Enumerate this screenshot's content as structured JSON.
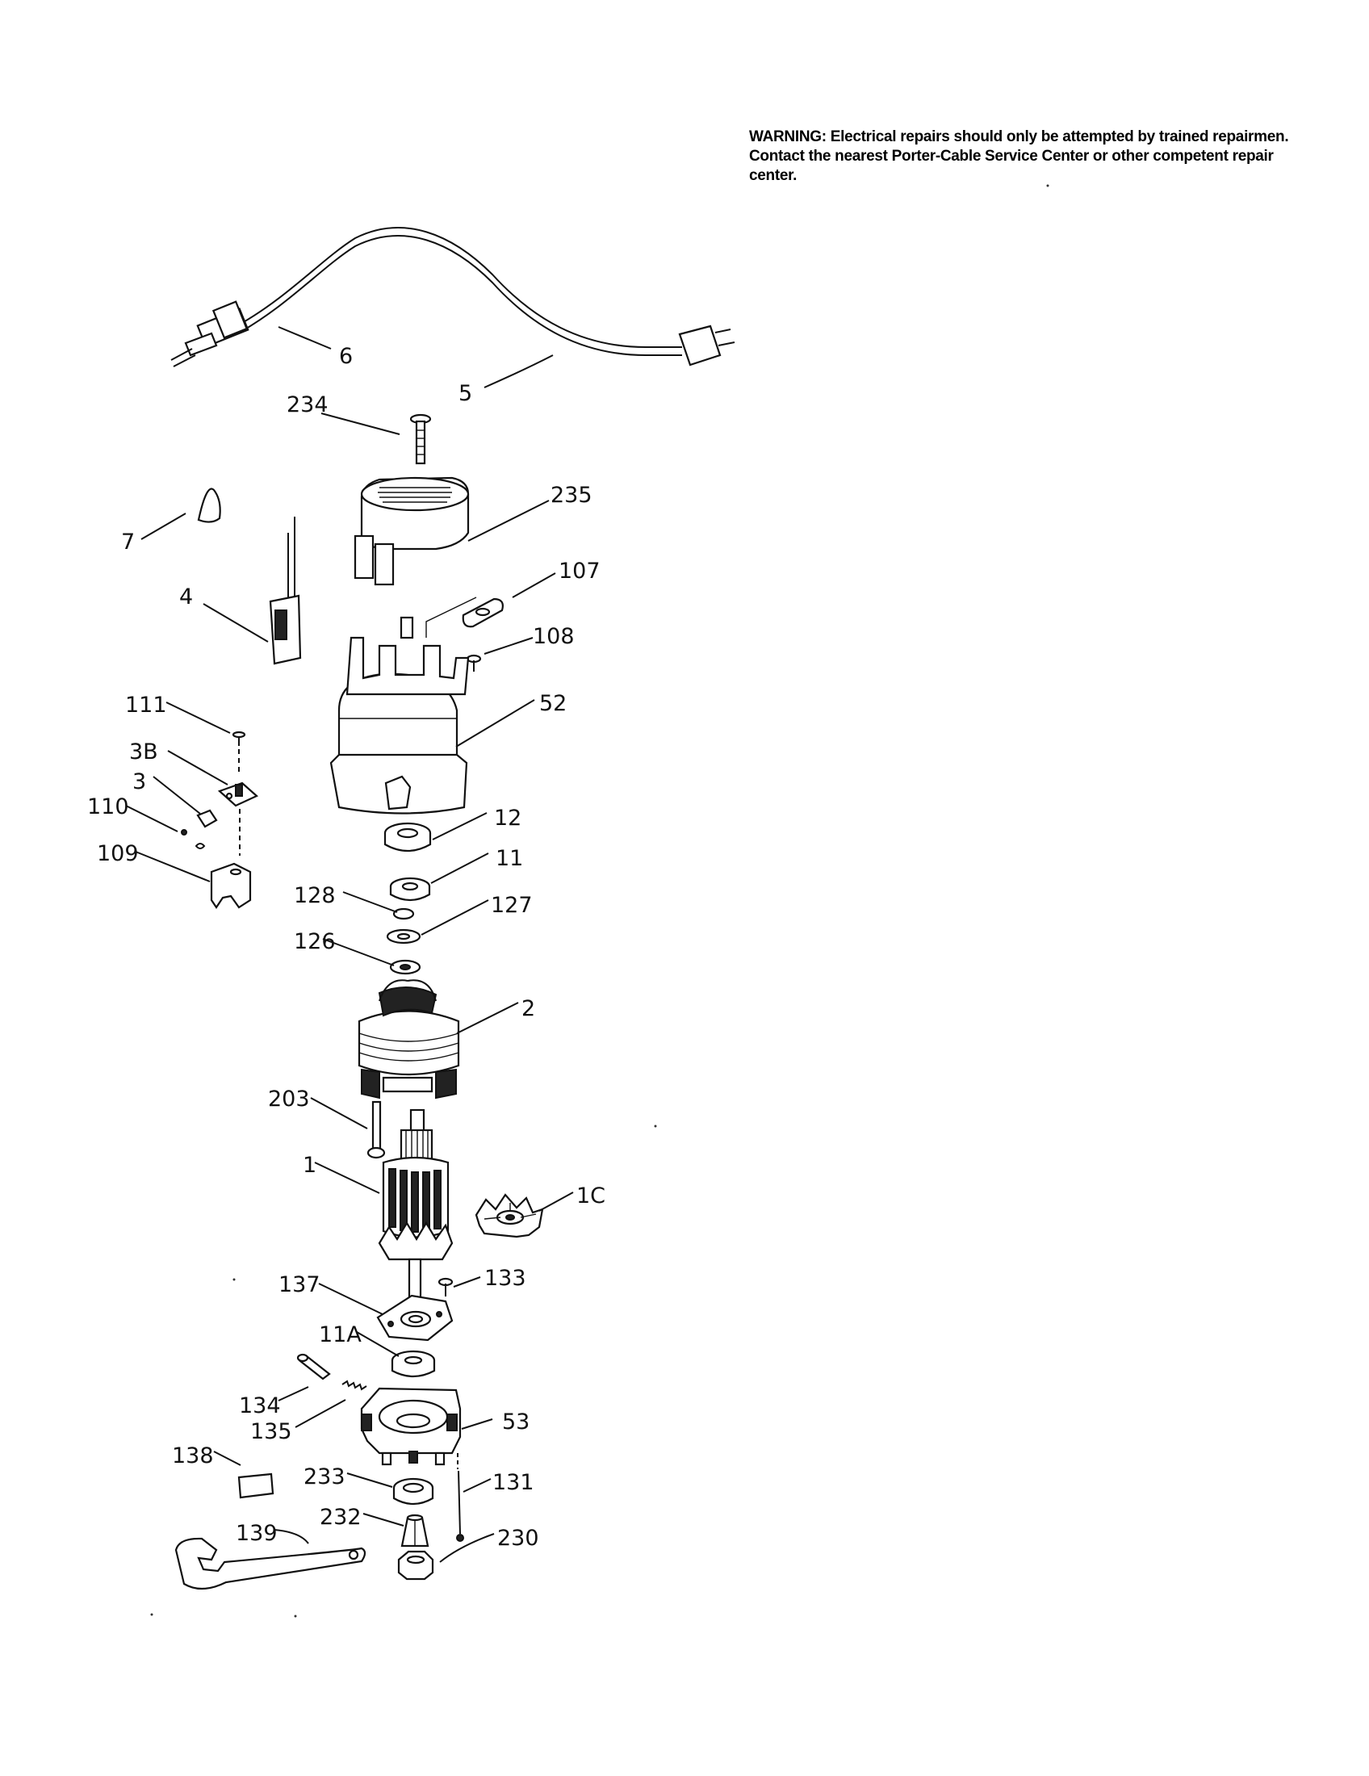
{
  "warning": {
    "text": "WARNING: Electrical repairs should only be attempted by trained repairmen. Contact the nearest Porter-Cable Service Center or other competent repair center."
  },
  "labels": {
    "p6": "6",
    "p5": "5",
    "p234": "234",
    "p7": "7",
    "p235": "235",
    "p107": "107",
    "p4": "4",
    "p108": "108",
    "p52": "52",
    "p111": "111",
    "p3B": "3B",
    "p3": "3",
    "p110": "110",
    "p109": "109",
    "p12": "12",
    "p11": "11",
    "p128": "128",
    "p127": "127",
    "p126": "126",
    "p2": "2",
    "p203": "203",
    "p1": "1",
    "p1C": "1C",
    "p137": "137",
    "p133": "133",
    "p11A": "11A",
    "p134": "134",
    "p135": "135",
    "p53": "53",
    "p138": "138",
    "p233": "233",
    "p131": "131",
    "p232": "232",
    "p139": "139",
    "p230": "230"
  },
  "icons": [
    "power-cord-plug",
    "motor-cap",
    "motor-housing",
    "field-stator",
    "armature",
    "fan",
    "motor-base",
    "wrench"
  ]
}
